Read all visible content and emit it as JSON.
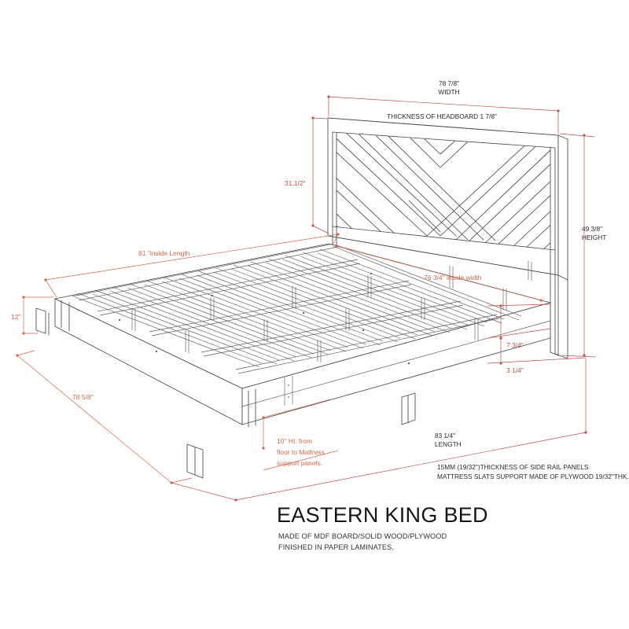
{
  "drawing": {
    "type": "technical-dimension-drawing",
    "subject": "Eastern King Bed",
    "title": "EASTERN KING BED",
    "subtitle_line1": "MADE OF MDF BOARD/SOLID WOOD/PLYWOOD",
    "subtitle_line2": "FINISHED IN PAPER LAMINATES.",
    "colors": {
      "line": "#4a4a4a",
      "dimension_red": "#c0504d",
      "dimension_orange": "#d2694a",
      "note_text": "#2b2b2b",
      "background": "#ffffff"
    }
  },
  "dimensions": {
    "width_value": "78 7/8\"",
    "width_label": "WIDTH",
    "headboard_thickness": "THICKNESS OF HEADBOARD 1 7/8\"",
    "headboard_height": "31.1/2\"",
    "overall_height_value": "49 3/8\"",
    "overall_height_label": "HEIGHT",
    "inside_length": "81 \"inside Length",
    "inside_width": "76 3/4\" inside width",
    "side_rail_height": "12\"",
    "foot_panel_upper": "7 3/4\"",
    "foot_panel_lower": "3 1/4\"",
    "depth_value": "78 5/8\"",
    "length_value": "83 1/4\"",
    "length_label": "LENGTH",
    "mattress_height_note_l1": "10\" Ht. from",
    "mattress_height_note_l2": "floor to Mattress",
    "mattress_height_note_l3": "support panels."
  },
  "notes": {
    "side_rail_thickness": "15MM (19/32\")THICKNESS OF SIDE RAIL PANELS",
    "slats_material": "MATTRESS SLATS SUPPORT MADE OF PLYWOOD 19/32\"THK."
  }
}
